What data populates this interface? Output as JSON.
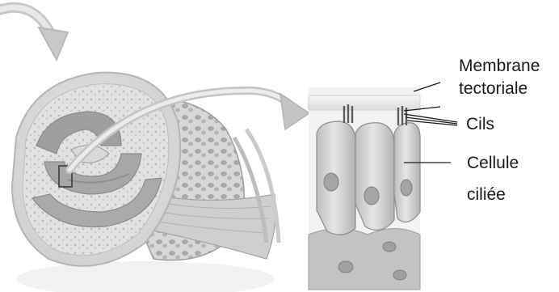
{
  "labels": {
    "membrane_line1": "Membrane",
    "membrane_line2": "tectoriale",
    "cils": "Cils",
    "cellule_line1": "Cellule",
    "cellule_line2": "ciliée"
  },
  "colors": {
    "ink": "#1a1a1a",
    "tissue_light": "#e4e4e4",
    "tissue_mid": "#c9c9c9",
    "tissue_dark": "#9d9d9d",
    "arrow": "#c4c4c4"
  }
}
